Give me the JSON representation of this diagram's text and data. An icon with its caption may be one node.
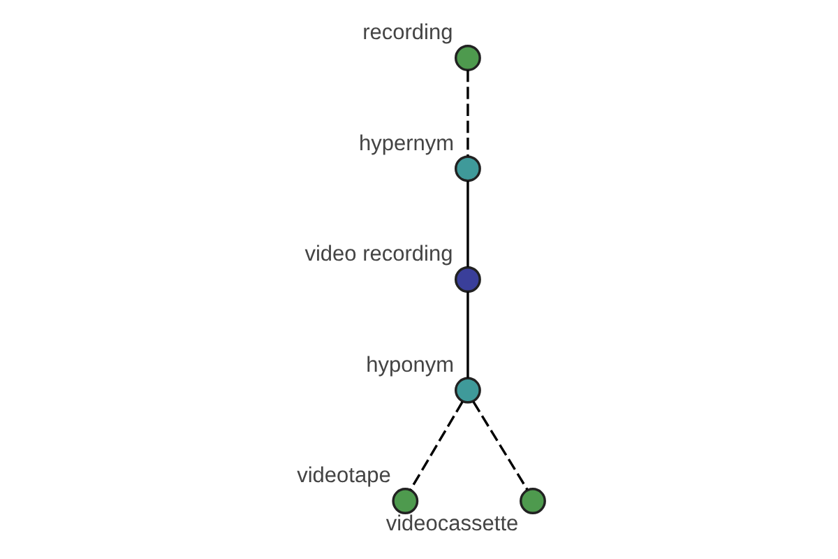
{
  "diagram": {
    "nodes": [
      {
        "text": [
          "recording"
        ]
      },
      {
        "text": [
          "hypernym"
        ]
      },
      {
        "text": [
          "video recording"
        ]
      },
      {
        "text": [
          "hyponym"
        ]
      },
      {
        "text": [
          "videotape"
        ]
      },
      {
        "text": [
          "videocassette"
        ]
      }
    ],
    "edges": [
      {
        "from": 0,
        "to": 1,
        "arrow": "none",
        "style": "dashed"
      },
      {
        "from": 1,
        "to": 2,
        "arrow": "none"
      },
      {
        "from": 2,
        "to": 3,
        "arrow": "none"
      },
      {
        "from": 3,
        "to": 4,
        "arrow": "none",
        "style": "dashed"
      },
      {
        "from": 3,
        "to": 5,
        "arrow": "none",
        "style": "dashed"
      }
    ]
  }
}
